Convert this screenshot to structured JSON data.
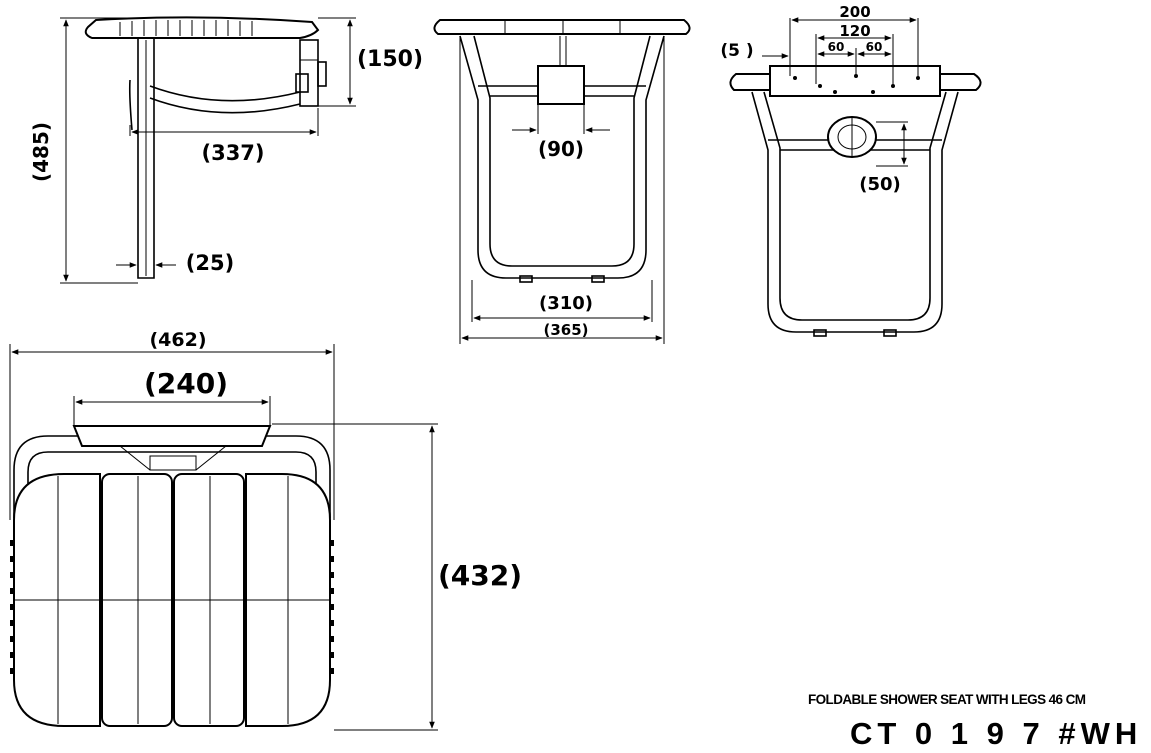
{
  "title_line": "FOLDABLE SHOWER SEAT WITH LEGS 46 CM",
  "model_code": "CT 0 1 9 7 #WH",
  "dimensions": {
    "side_height": "(485)",
    "side_depth": "(337)",
    "side_bracket": "(150)",
    "side_leg": "(25)",
    "front_bracket": "(90)",
    "front_inner_width": "(310)",
    "front_outer_width": "(365)",
    "back_total": "200",
    "back_holes": "120",
    "back_pitch_left": "60",
    "back_pitch_right": "60",
    "back_offset": "(5 )",
    "back_hub": "(50)",
    "top_width": "(462)",
    "top_plate": "(240)",
    "top_depth": "(432)"
  }
}
